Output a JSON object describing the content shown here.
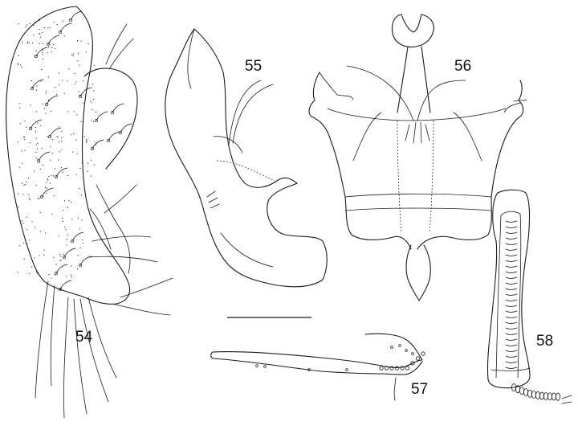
{
  "figure_labels": {
    "fig54": "54",
    "fig55": "55",
    "fig56": "56",
    "fig57": "57",
    "fig58": "58"
  },
  "colors": {
    "ink": "#1a1a1a",
    "background": "#ffffff"
  }
}
